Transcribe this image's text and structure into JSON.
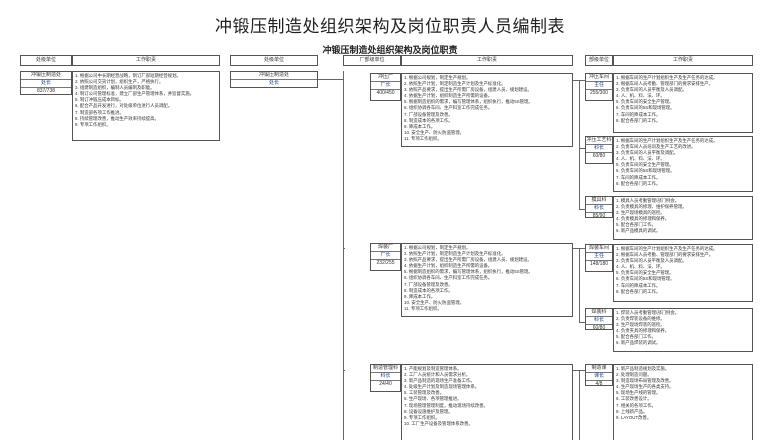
{
  "page_title": "冲锻压制造处组织架构及岗位职责人员编制表",
  "sheet_subtitle": "冲锻压制造处组织架构及岗位职责",
  "headers": {
    "col1": "处级单位",
    "col2": "工作职责",
    "col3": "处级单位",
    "col4": "厂部级单位",
    "col5": "工作职责",
    "col6": "部级单位",
    "col7": "工作职责"
  },
  "top_unit": {
    "name": "冲锻压制造处",
    "position": "处长",
    "count": "837/738",
    "duties": [
      "1. 根据公司中长期经营战略，制订厂部短期经营规划。",
      "2. 依照公司交货计划，组织生产，严格执行。",
      "3. 组建制造组织，编制人员编制及职能。",
      "4. 制订公司管理标准，建立厂部生产管理体系，并监督实施。",
      "5. 制订冲锻压成本目标。",
      "6. 配合产品开发进行，对处级单位进行人员调配。",
      "7. 制造部各项工作推进。",
      "8. 持续管理改善，推动生产效率持续提高。",
      "9. 专项工作组织。"
    ]
  },
  "right_header_unit": {
    "name": "冲锻压制造处",
    "position": "处长"
  },
  "factories": [
    {
      "name": "冲压厂",
      "position": "厂长",
      "count": "400/450",
      "duties": [
        "1. 根据公司规划，制定生产规划。",
        "2. 依照生产计划，制定制造生产计划及生产标准化。",
        "3. 依照产品要求，提出生产所需厂房设备，组建人员、规划建设。",
        "4. 依据生产计划，组织制造生产所需的设备。",
        "5. 根据制造组织的需求，编写管理体系，组织执行，推动5S管理。",
        "6. 组织协调各车间、生产科室工作完成任务。",
        "7. 厂部设备管理及改善。",
        "8. 制造成本的各项工作。",
        "9. 降成本工作。",
        "10. 安全生产、防火防盗管理。",
        "11. 专项工作组织。"
      ]
    },
    {
      "name": "焊装厂",
      "position": "厂长",
      "count": "232/255",
      "duties": [
        "1. 根据公司规划，制定生产规划。",
        "2. 依照生产计划，制定制造生产计划及生产标准化。",
        "3. 依照产品要求，提出生产所需厂房设备，组建人员、规划建设。",
        "4. 依据生产计划，组织制造生产所需的设备。",
        "5. 根据制造组织的需求，编写管理体系，组织执行，推动5S管理。",
        "6. 组织协调各车间、生产科室工作完成任务。",
        "7. 厂部设备管理及改善。",
        "8. 制造成本的各项工作。",
        "9. 降成本工作。",
        "10. 安全生产、防火防盗管理。",
        "11. 专项工作组织。"
      ]
    },
    {
      "name": "制造管理科",
      "position": "科长",
      "count": "24/40",
      "duties": [
        "1. 产能规划及制造管理体系。",
        "2. 工厂人员统计和人员需求分析。",
        "3. 新产品制造的现场生产准备工作。",
        "4. 处级生产计划及制造现场管理体系。",
        "5. 工装管理及改善。",
        "6. 生产现场、各项管理推进。",
        "7. 现场管理管理制度，推动现场持续改善。",
        "8. 设备设施维护及管理。",
        "9. 专项工作组织。",
        "10. 工厂生产设备及管理体系改善。"
      ]
    }
  ],
  "departments": [
    {
      "name": "冲压车间",
      "position": "主任",
      "count": "255/300",
      "duties": [
        "1. 根据车间的生产计划组织生产及生产任务的达成。",
        "2. 根据车间人员考勤、管理部门的要求安排生产。",
        "3. 负责车间的人员平衡及人员调配。",
        "4. 人、机、料、法、环。",
        "5. 负责车间的安全生产管理。",
        "6. 负责车间的5S和现场管理。",
        "7. 车间的降成本工作。",
        "8. 配合各部门的工作。"
      ]
    },
    {
      "name": "冲压工艺科",
      "position": "科长",
      "count": "60/80",
      "duties": [
        "1. 根据车间的生产计划组织生产及生产任务的达成。",
        "2. 负责车间人员培训及生产工艺的改进。",
        "3. 负责车间的人员平衡及调配。",
        "4. 人、机、料、法、环。",
        "5. 负责车间的安全生产管理。",
        "6. 负责车间的5S和现场管理。",
        "7. 车间的降成本工作。",
        "8. 配合各部门的工作。"
      ]
    },
    {
      "name": "模具科",
      "position": "科长",
      "count": "85/90",
      "duties": [
        "1. 模具人员考勤管理/部门例会。",
        "2. 负责模具的修理、维护保养管理。",
        "3. 生产现场模具的巡检。",
        "4. 负责模具的修理和保养。",
        "5. 配合各部门工作。",
        "6. 新产品模具的调试。"
      ]
    },
    {
      "name": "焊装车间",
      "position": "主任",
      "count": "148/180",
      "duties": [
        "1. 根据车间的生产计划组织生产及生产任务的达成。",
        "2. 根据车间人员考勤、管理部门的要求安排生产。",
        "3. 负责车间的人员平衡及人员调配。",
        "4. 人、机、料、法、环。",
        "5. 负责车间的安全生产管理。",
        "6. 负责车间的5S和现场管理。",
        "7. 车间的降成本工作。",
        "8. 配合各部门的工作。"
      ]
    },
    {
      "name": "焊装科",
      "position": "科长",
      "count": "60/80",
      "duties": [
        "1. 焊装人员考勤管理/部门例会。",
        "2. 负责焊装设备的维修。",
        "3. 生产现场焊装的巡检。",
        "4. 负责夹具的修理和保养。",
        "5. 配合各部门工作。",
        "6. 新产品焊装的调试。"
      ]
    },
    {
      "name": "制造课",
      "position": "课长",
      "count": "4/8",
      "duties": [
        "1. 新产品制造规划及实施。",
        "2. 处理制造问题。",
        "3. 制造现场布局管理及改善。",
        "4. 生产现场生产的各类支持。",
        "5. 现场生产线的管理。",
        "6. 工装改善设计。",
        "7. 相关的各项工作。",
        "8. 上线新产品。",
        "9. LAYOUT改善。"
      ]
    }
  ]
}
